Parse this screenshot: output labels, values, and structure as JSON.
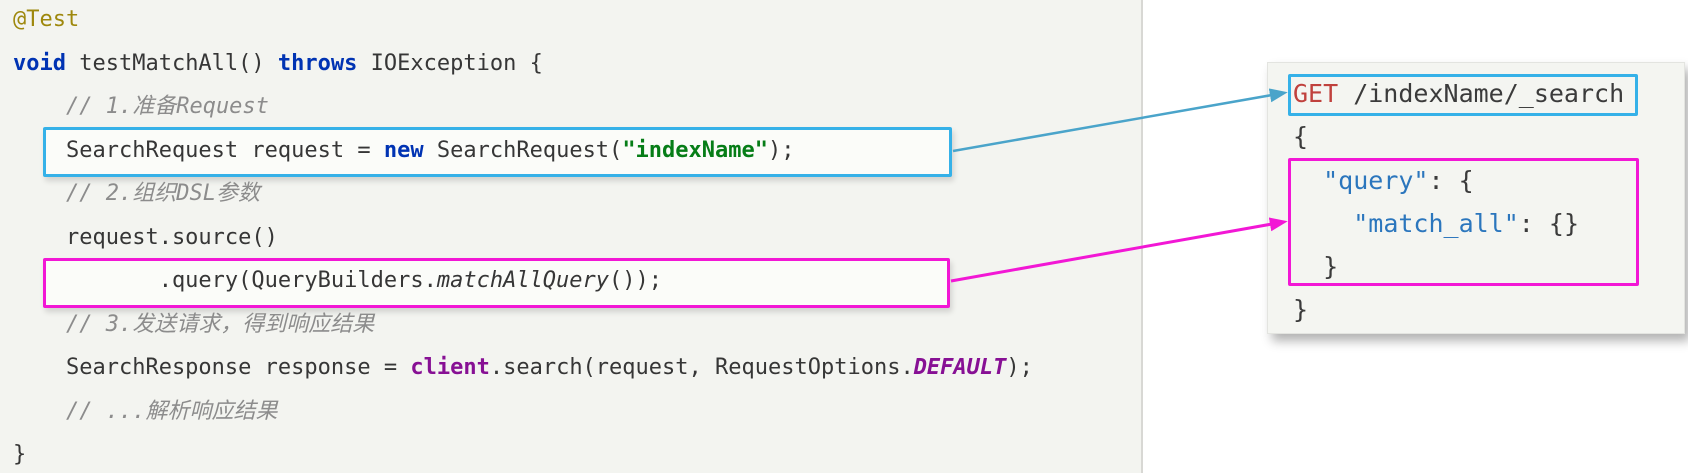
{
  "colors": {
    "panel_bg": "#f3f4f0",
    "card_bg": "#f4f5f1",
    "divider": "#d8d8d4",
    "cyan": "#35b1e8",
    "cyan_arrow": "#4aa4ca",
    "magenta": "#f217d5",
    "plain": "#363636",
    "keyword": "#0033b3",
    "string": "#067d17",
    "annotation": "#9e880d",
    "comment": "#8c8c8c",
    "member": "#871094",
    "http": "#c0413d",
    "json_key": "#2b76bd"
  },
  "java_code": {
    "lines": [
      [
        {
          "s": "annotation",
          "t": "@Test"
        }
      ],
      [
        {
          "s": "keyword",
          "t": "void"
        },
        {
          "s": "plain",
          "t": " testMatchAll() "
        },
        {
          "s": "keyword",
          "t": "throws"
        },
        {
          "s": "plain",
          "t": " IOException {"
        }
      ],
      [
        {
          "s": "comment",
          "t": "    // 1.准备Request"
        }
      ],
      [
        {
          "s": "plain",
          "t": "    SearchRequest request = "
        },
        {
          "s": "keyword",
          "t": "new"
        },
        {
          "s": "plain",
          "t": " SearchRequest("
        },
        {
          "s": "string",
          "t": "\"indexName\""
        },
        {
          "s": "plain",
          "t": ");"
        }
      ],
      [
        {
          "s": "comment",
          "t": "    // 2.组织DSL参数"
        }
      ],
      [
        {
          "s": "plain",
          "t": "    request.source()"
        }
      ],
      [
        {
          "s": "plain",
          "t": "           .query(QueryBuilders."
        },
        {
          "s": "static",
          "t": "matchAllQuery"
        },
        {
          "s": "plain",
          "t": "());"
        }
      ],
      [
        {
          "s": "comment",
          "t": "    // 3.发送请求，得到响应结果"
        }
      ],
      [
        {
          "s": "plain",
          "t": "    SearchResponse response = "
        },
        {
          "s": "member",
          "t": "client"
        },
        {
          "s": "plain",
          "t": ".search(request, RequestOptions."
        },
        {
          "s": "constant",
          "t": "DEFAULT"
        },
        {
          "s": "plain",
          "t": ");"
        }
      ],
      [
        {
          "s": "comment",
          "t": "    // ...解析响应结果"
        }
      ],
      [
        {
          "s": "plain",
          "t": "}"
        }
      ]
    ]
  },
  "dsl_snippet": {
    "lines": [
      [
        {
          "s": "http",
          "t": "GET"
        },
        {
          "s": "plain",
          "t": " /indexName/_search"
        }
      ],
      [
        {
          "s": "plain",
          "t": "{"
        }
      ],
      [
        {
          "s": "plain",
          "t": "  "
        },
        {
          "s": "key",
          "t": "\"query\""
        },
        {
          "s": "plain",
          "t": ": {"
        }
      ],
      [
        {
          "s": "plain",
          "t": "    "
        },
        {
          "s": "key",
          "t": "\"match_all\""
        },
        {
          "s": "plain",
          "t": ": {}"
        }
      ],
      [
        {
          "s": "plain",
          "t": "  }"
        }
      ],
      [
        {
          "s": "plain",
          "t": "}"
        }
      ]
    ]
  }
}
